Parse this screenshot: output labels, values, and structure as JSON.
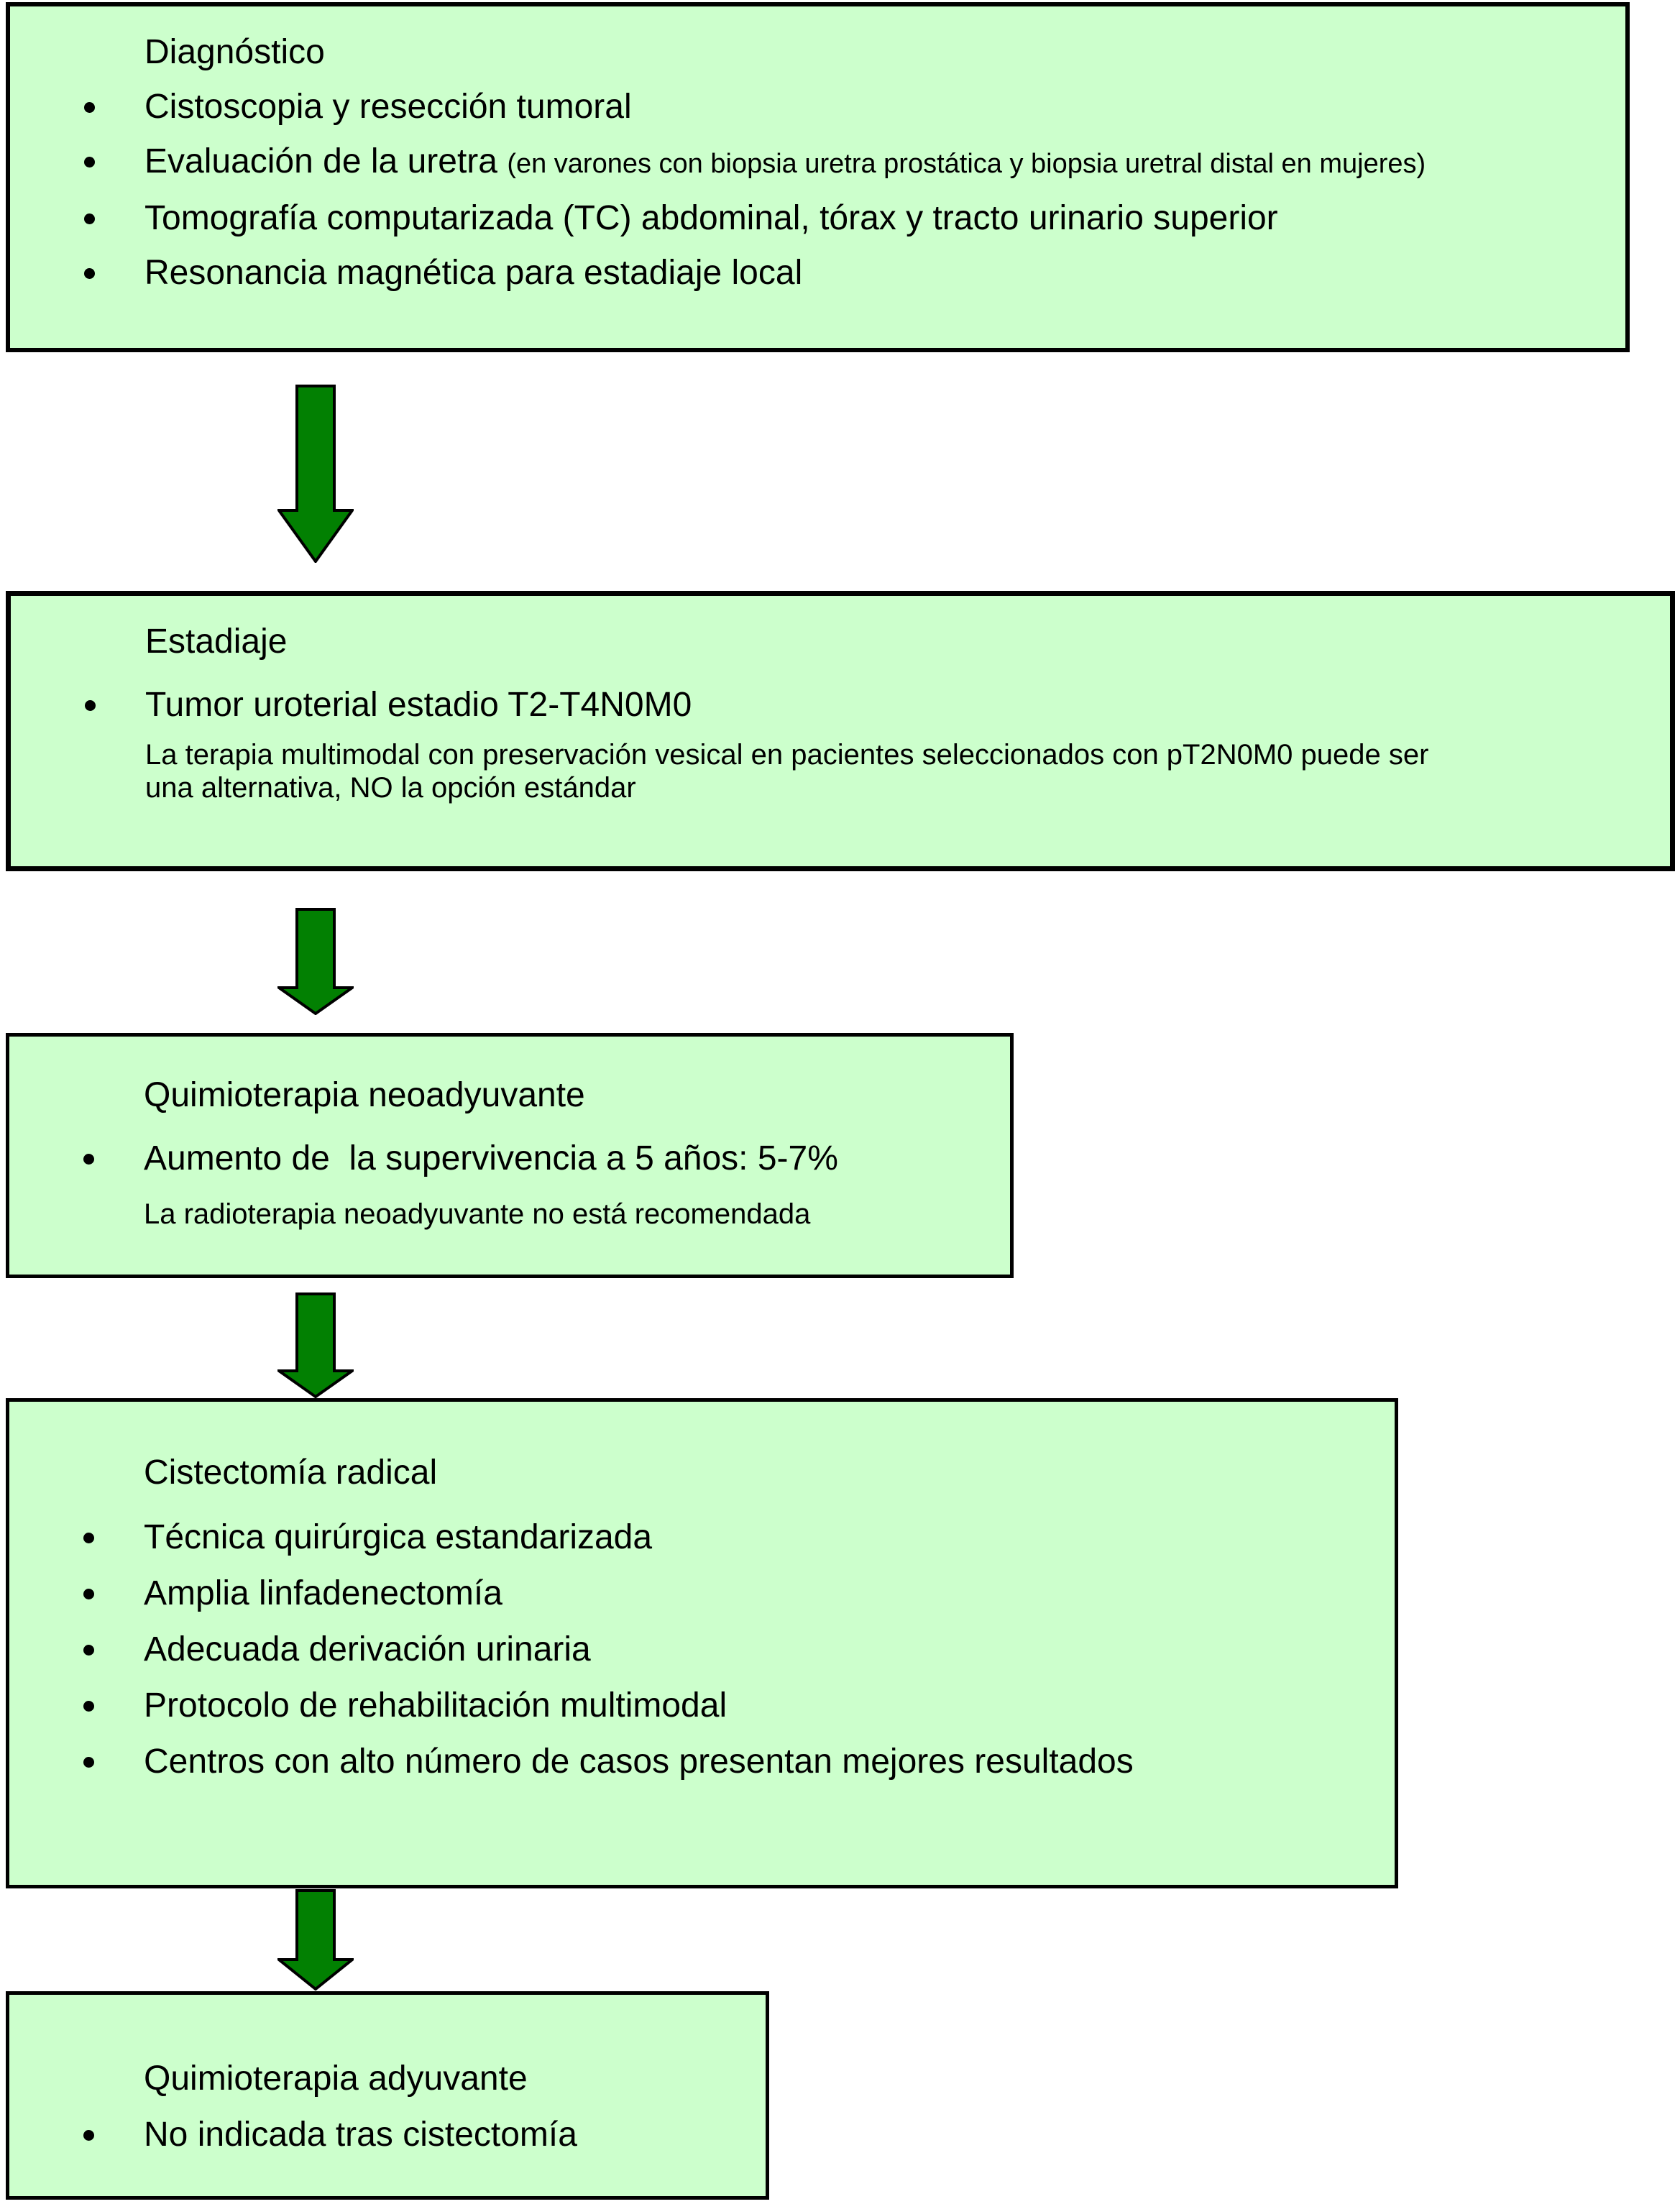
{
  "page": {
    "background": "#ffffff",
    "language": "es",
    "description": "Algoritmo de tratamiento: diagnóstico a quimioterapia adyuvante"
  },
  "colors": {
    "box_fill": "#ccffcc",
    "box_border": "#000000",
    "arrow_fill": "#028002",
    "arrow_outline": "#000000",
    "text": "#000000"
  },
  "icons": {
    "arrow": "down-arrow-icon"
  },
  "flow": {
    "boxes": [
      {
        "title": "Diagnóstico",
        "bullets": [
          {
            "text": "Cistoscopia y resección tumoral"
          },
          {
            "text": "Evaluación de la uretra ",
            "note_inline": "(en varones con biopsia uretra prostática y biopsia uretral distal en mujeres)"
          },
          {
            "text": "Tomografía computarizada (TC) abdominal, tórax y tracto urinario superior"
          },
          {
            "text": "Resonancia magnética para estadiaje local"
          }
        ]
      },
      {
        "title": "Estadiaje",
        "bullets": [
          {
            "text": "Tumor uroterial estadio T2-T4N0M0"
          }
        ],
        "note_lines": [
          "La terapia multimodal con preservación vesical en pacientes seleccionados con pT2N0M0 puede ser",
          "una alternativa, NO la opción estándar"
        ]
      },
      {
        "title": "Quimioterapia neoadyuvante",
        "bullets": [
          {
            "text": "Aumento de  la supervivencia a 5 años: 5-7%"
          }
        ],
        "note_lines": [
          "La radioterapia neoadyuvante no está recomendada"
        ]
      },
      {
        "title": "Cistectomía radical",
        "bullets": [
          {
            "text": "Técnica quirúrgica estandarizada"
          },
          {
            "text": "Amplia linfadenectomía"
          },
          {
            "text": "Adecuada derivación urinaria"
          },
          {
            "text": "Protocolo de rehabilitación multimodal"
          },
          {
            "text": "Centros con alto número de casos presentan mejores resultados"
          }
        ]
      },
      {
        "title": "Quimioterapia adyuvante",
        "bullets": [
          {
            "text": "No indicada tras cistectomía"
          }
        ]
      }
    ]
  }
}
